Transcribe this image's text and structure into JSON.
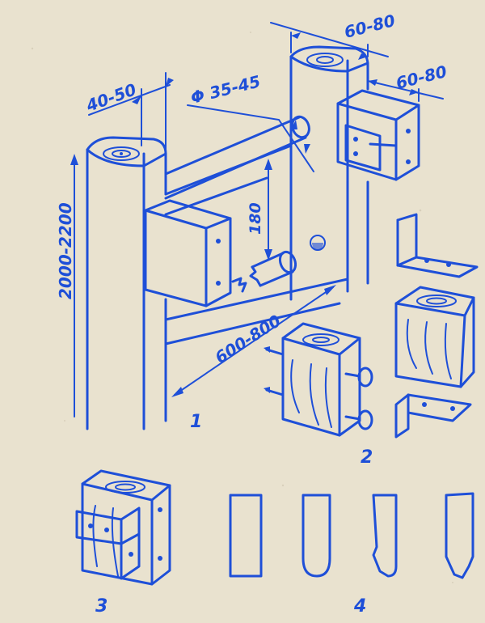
{
  "labels": {
    "dim_top_post_width": "60-80",
    "dim_bracket_width": "60-80",
    "dim_left_post_width": "40-50",
    "dim_diameter": "Φ 35-45",
    "dim_height": "2000-2200",
    "dim_rung_spacing": "180",
    "dim_span": "600-800",
    "fig1": "1",
    "fig2": "2",
    "fig3": "3",
    "fig4": "4"
  },
  "colors": {
    "ink": "#1e4fd8",
    "paper": "#e9e2cf"
  }
}
